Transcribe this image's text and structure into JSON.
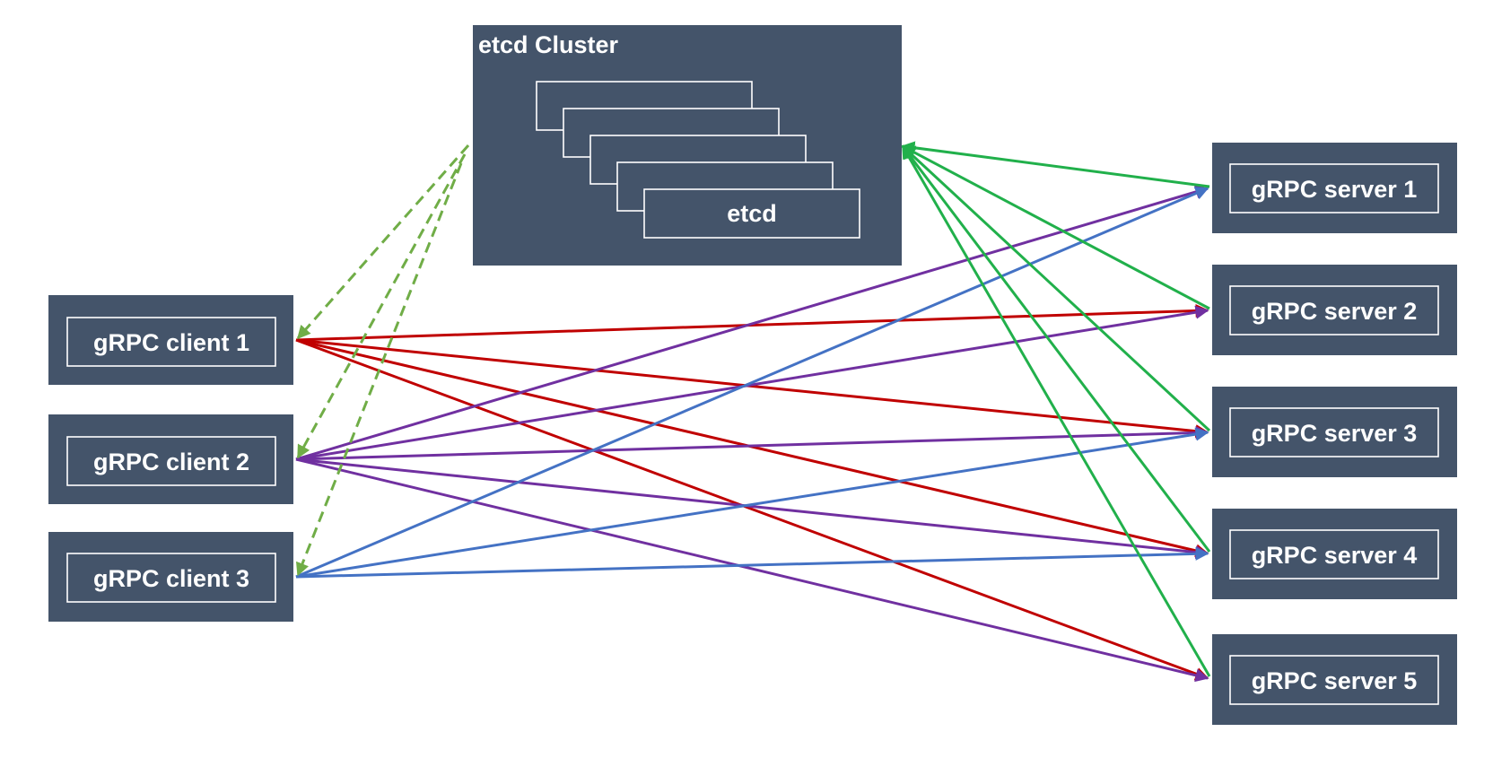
{
  "colors": {
    "box_fill": "#44546a",
    "box_text": "#ffffff",
    "client1_edges": "#c00000",
    "client2_edges": "#7030a0",
    "client3_edges": "#4472c4",
    "server_registration_edges": "#21b04b",
    "client_discovery_edges": "#70ad47"
  },
  "cluster": {
    "title": "etcd Cluster",
    "node_label": "etcd"
  },
  "clients": [
    {
      "id": "client1",
      "label": "gRPC client 1"
    },
    {
      "id": "client2",
      "label": "gRPC client 2"
    },
    {
      "id": "client3",
      "label": "gRPC client 3"
    }
  ],
  "servers": [
    {
      "id": "server1",
      "label": "gRPC server 1"
    },
    {
      "id": "server2",
      "label": "gRPC server 2"
    },
    {
      "id": "server3",
      "label": "gRPC server 3"
    },
    {
      "id": "server4",
      "label": "gRPC server 4"
    },
    {
      "id": "server5",
      "label": "gRPC server 5"
    }
  ],
  "edges": [
    {
      "from": "client1",
      "to": "server2",
      "color": "#c00000",
      "style": "solid",
      "kind": "call"
    },
    {
      "from": "client1",
      "to": "server3",
      "color": "#c00000",
      "style": "solid",
      "kind": "call"
    },
    {
      "from": "client1",
      "to": "server4",
      "color": "#c00000",
      "style": "solid",
      "kind": "call"
    },
    {
      "from": "client1",
      "to": "server5",
      "color": "#c00000",
      "style": "solid",
      "kind": "call"
    },
    {
      "from": "client2",
      "to": "server1",
      "color": "#7030a0",
      "style": "solid",
      "kind": "call"
    },
    {
      "from": "client2",
      "to": "server2",
      "color": "#7030a0",
      "style": "solid",
      "kind": "call"
    },
    {
      "from": "client2",
      "to": "server3",
      "color": "#7030a0",
      "style": "solid",
      "kind": "call"
    },
    {
      "from": "client2",
      "to": "server4",
      "color": "#7030a0",
      "style": "solid",
      "kind": "call"
    },
    {
      "from": "client2",
      "to": "server5",
      "color": "#7030a0",
      "style": "solid",
      "kind": "call"
    },
    {
      "from": "client3",
      "to": "server1",
      "color": "#4472c4",
      "style": "solid",
      "kind": "call"
    },
    {
      "from": "client3",
      "to": "server3",
      "color": "#4472c4",
      "style": "solid",
      "kind": "call"
    },
    {
      "from": "client3",
      "to": "server4",
      "color": "#4472c4",
      "style": "solid",
      "kind": "call"
    },
    {
      "from": "server1",
      "to": "cluster",
      "color": "#21b04b",
      "style": "solid",
      "kind": "register"
    },
    {
      "from": "server2",
      "to": "cluster",
      "color": "#21b04b",
      "style": "solid",
      "kind": "register"
    },
    {
      "from": "server3",
      "to": "cluster",
      "color": "#21b04b",
      "style": "solid",
      "kind": "register"
    },
    {
      "from": "server4",
      "to": "cluster",
      "color": "#21b04b",
      "style": "solid",
      "kind": "register"
    },
    {
      "from": "server5",
      "to": "cluster",
      "color": "#21b04b",
      "style": "solid",
      "kind": "register"
    },
    {
      "from": "cluster",
      "to": "client1",
      "color": "#70ad47",
      "style": "dashed",
      "kind": "discover"
    },
    {
      "from": "cluster",
      "to": "client2",
      "color": "#70ad47",
      "style": "dashed",
      "kind": "discover"
    },
    {
      "from": "cluster",
      "to": "client3",
      "color": "#70ad47",
      "style": "dashed",
      "kind": "discover"
    }
  ]
}
